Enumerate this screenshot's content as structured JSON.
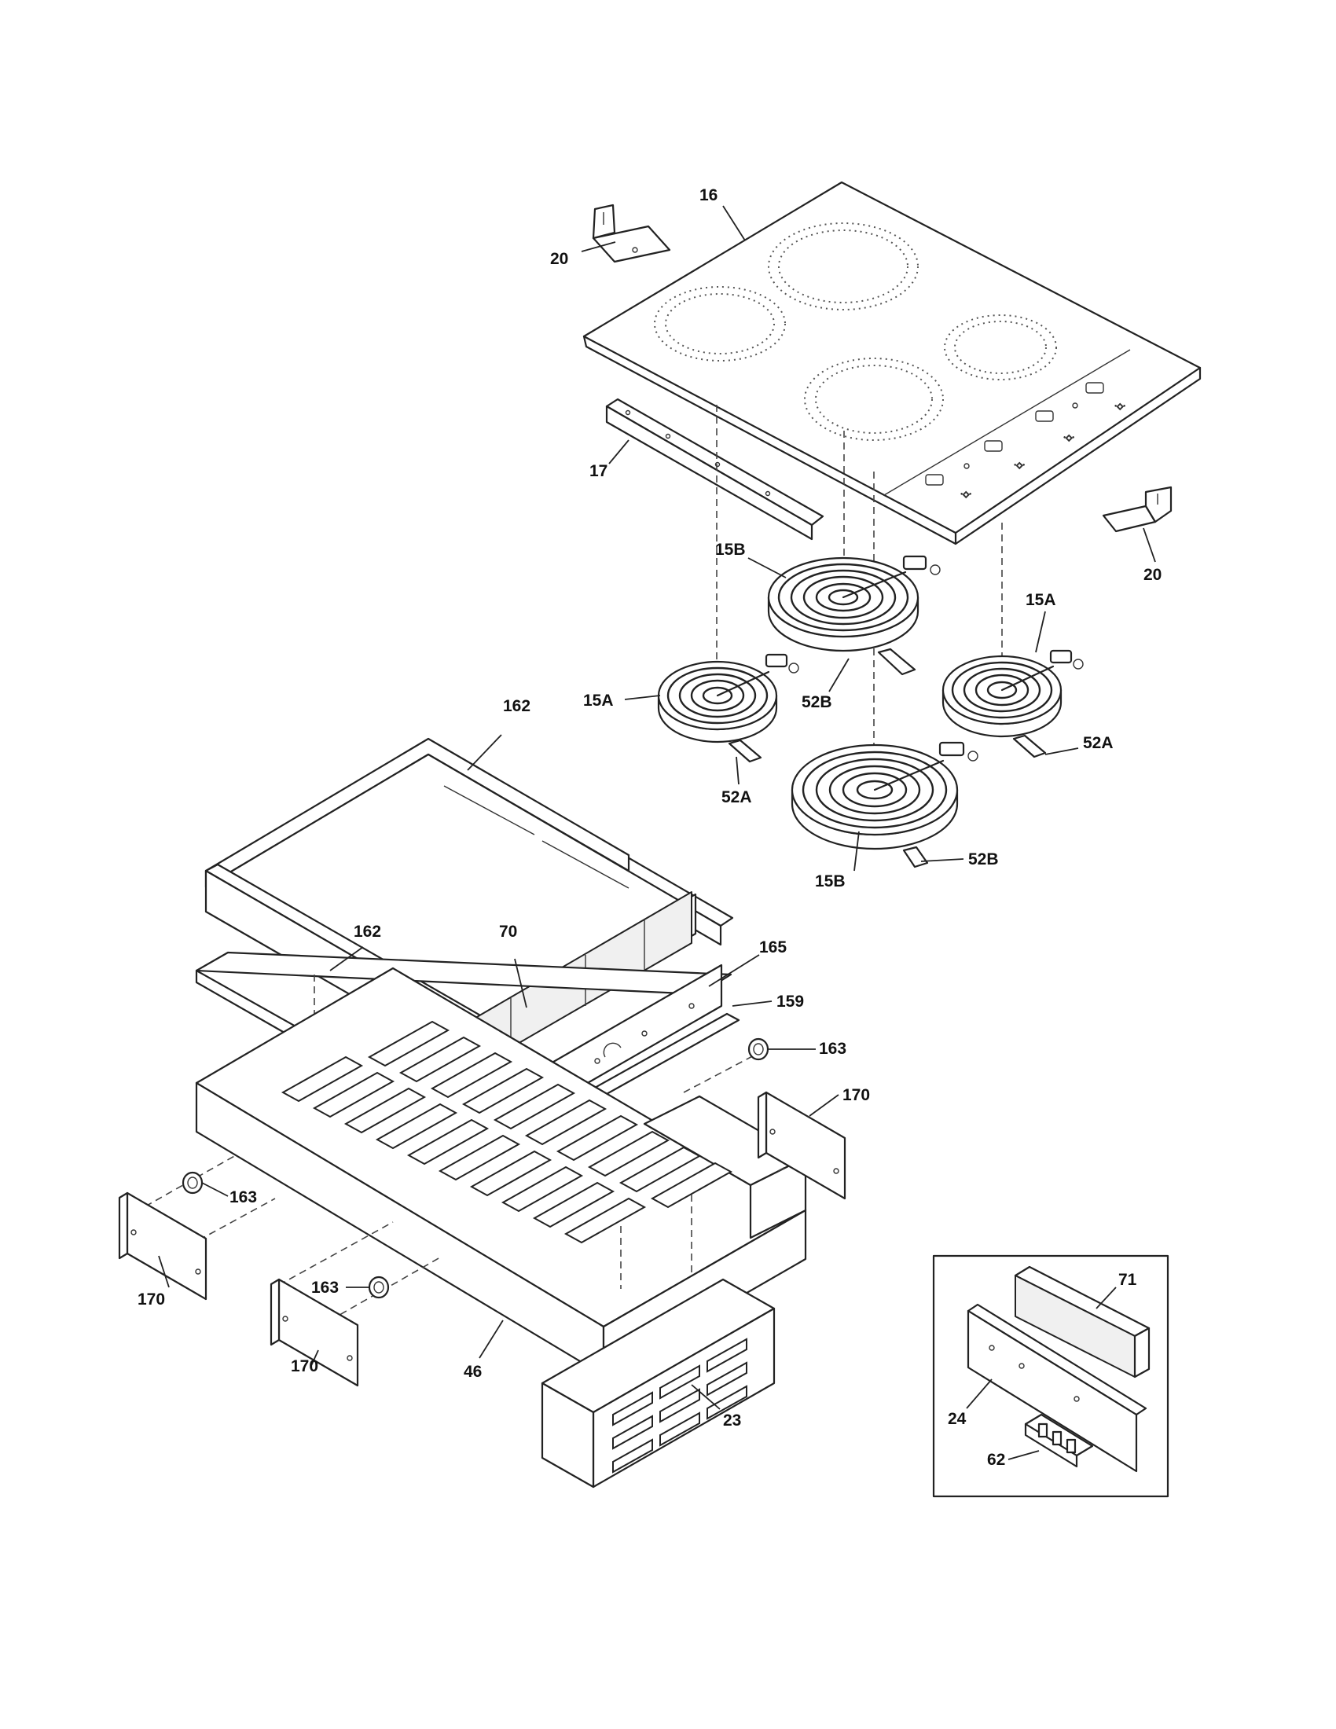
{
  "callouts": {
    "c16": "16",
    "c20a": "20",
    "c20b": "20",
    "c17": "17",
    "c15b_top": "15B",
    "c15a_right": "15A",
    "c15a_left": "15A",
    "c52b_top": "52B",
    "c52a_right": "52A",
    "c52a_left": "52A",
    "c15b_bottom": "15B",
    "c52b_bottom": "52B",
    "c162_top": "162",
    "c162_mid": "162",
    "c70": "70",
    "c165": "165",
    "c159": "159",
    "c163_right": "163",
    "c170_right": "170",
    "c163_left": "163",
    "c170_left": "170",
    "c163_mid": "163",
    "c170_mid": "170",
    "c46": "46",
    "c23": "23",
    "c71": "71",
    "c24": "24",
    "c62": "62"
  }
}
